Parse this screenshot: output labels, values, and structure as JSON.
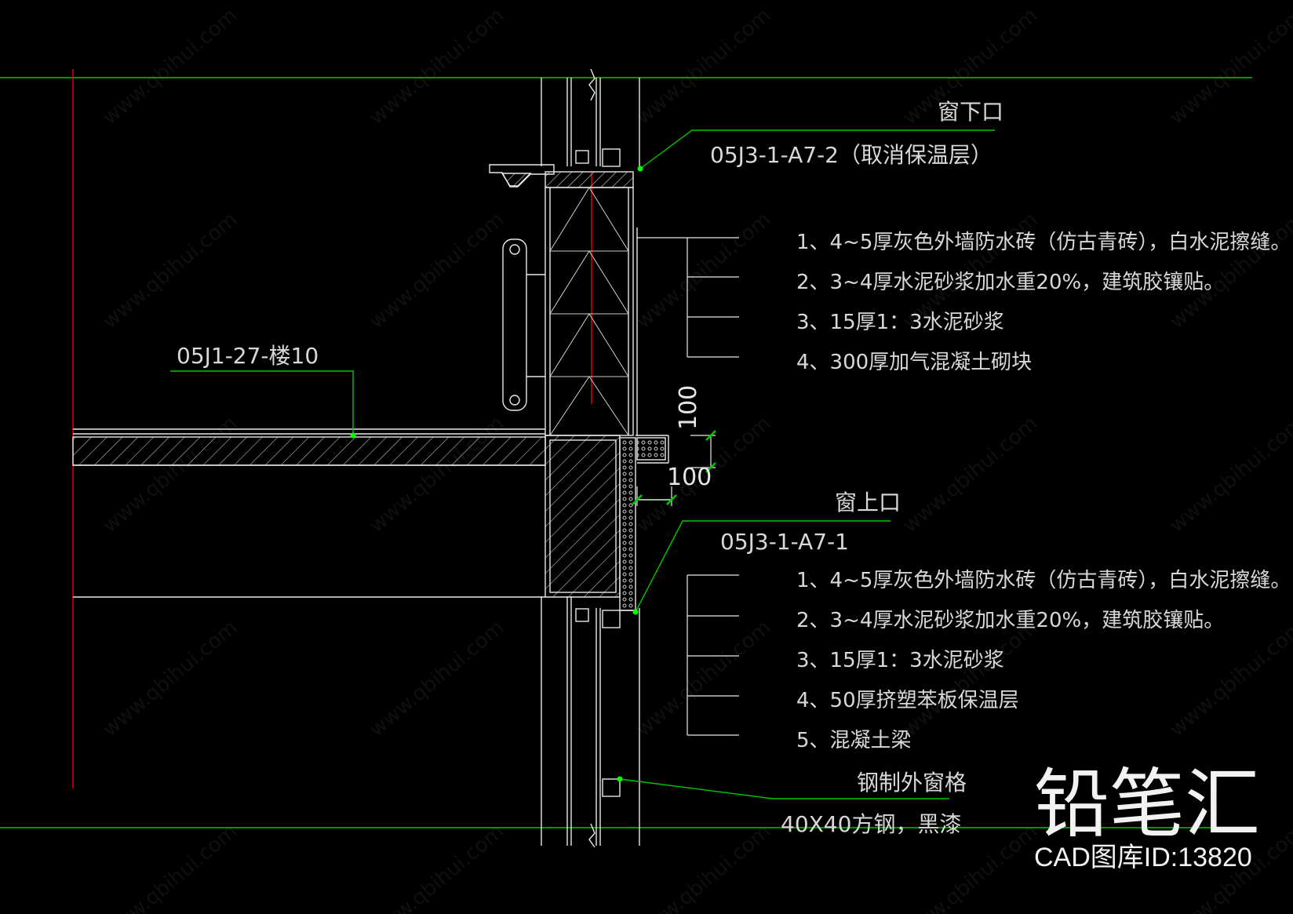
{
  "window_sill": {
    "title": "窗下口",
    "ref": "05J3-1-A7-2（取消保温层）",
    "notes": [
      "1、4~5厚灰色外墙防水砖（仿古青砖），白水泥擦缝。",
      "2、3~4厚水泥砂浆加水重20%，建筑胶镶贴。",
      "3、15厚1：3水泥砂浆",
      "4、300厚加气混凝土砌块"
    ]
  },
  "floor_ref": "05J1-27-楼10",
  "window_head": {
    "title": "窗上口",
    "ref": "05J3-1-A7-1",
    "notes": [
      "1、4~5厚灰色外墙防水砖（仿古青砖），白水泥擦缝。",
      "2、3~4厚水泥砂浆加水重20%，建筑胶镶贴。",
      "3、15厚1：3水泥砂浆",
      "4、50厚挤塑苯板保温层",
      "5、混凝土梁"
    ]
  },
  "grille": {
    "title": "钢制外窗格",
    "spec": "40X40方钢，黑漆"
  },
  "dimensions": {
    "vertical": "100",
    "horizontal": "100"
  },
  "watermark_text": "www.qbihui.com",
  "brand": {
    "name": "铅笔汇",
    "id_label": "CAD图库ID:13820"
  },
  "colors": {
    "background": "#000000",
    "green": "#00c800",
    "red": "#e00000",
    "white": "#ffffff"
  }
}
